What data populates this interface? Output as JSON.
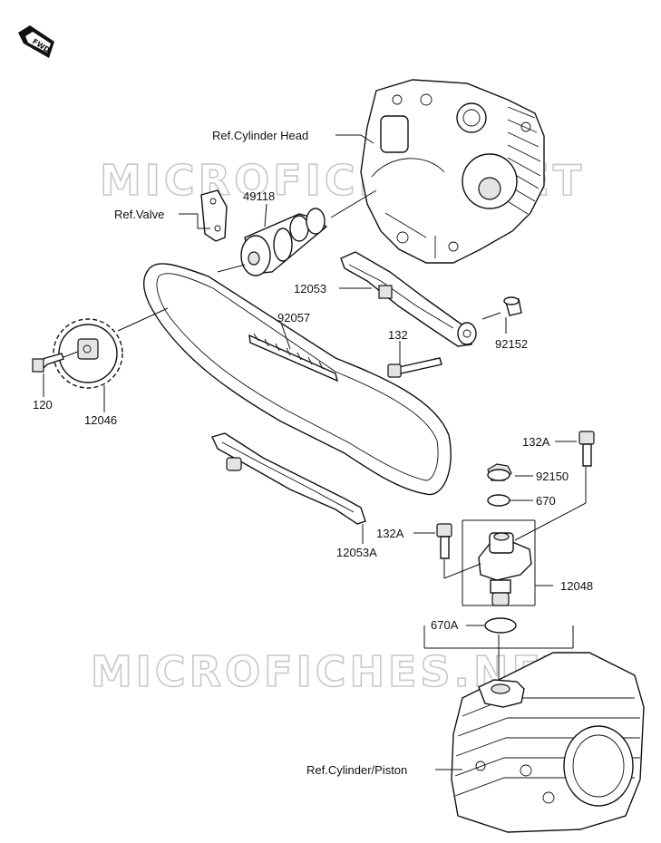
{
  "watermark": "MICROFICHES.NET",
  "fwd_badge": "FWD",
  "labels": {
    "ref_cylinder_head": "Ref.Cylinder Head",
    "ref_valve": "Ref.Valve",
    "p49118": "49118",
    "p12053": "12053",
    "p92057": "92057",
    "p132": "132",
    "p92152": "92152",
    "p120": "120",
    "p12046": "12046",
    "p132A_top": "132A",
    "p92150": "92150",
    "p670": "670",
    "p132A_mid": "132A",
    "p12053A": "12053A",
    "p12048": "12048",
    "p670A": "670A",
    "ref_cylinder_piston": "Ref.Cylinder/Piston"
  }
}
